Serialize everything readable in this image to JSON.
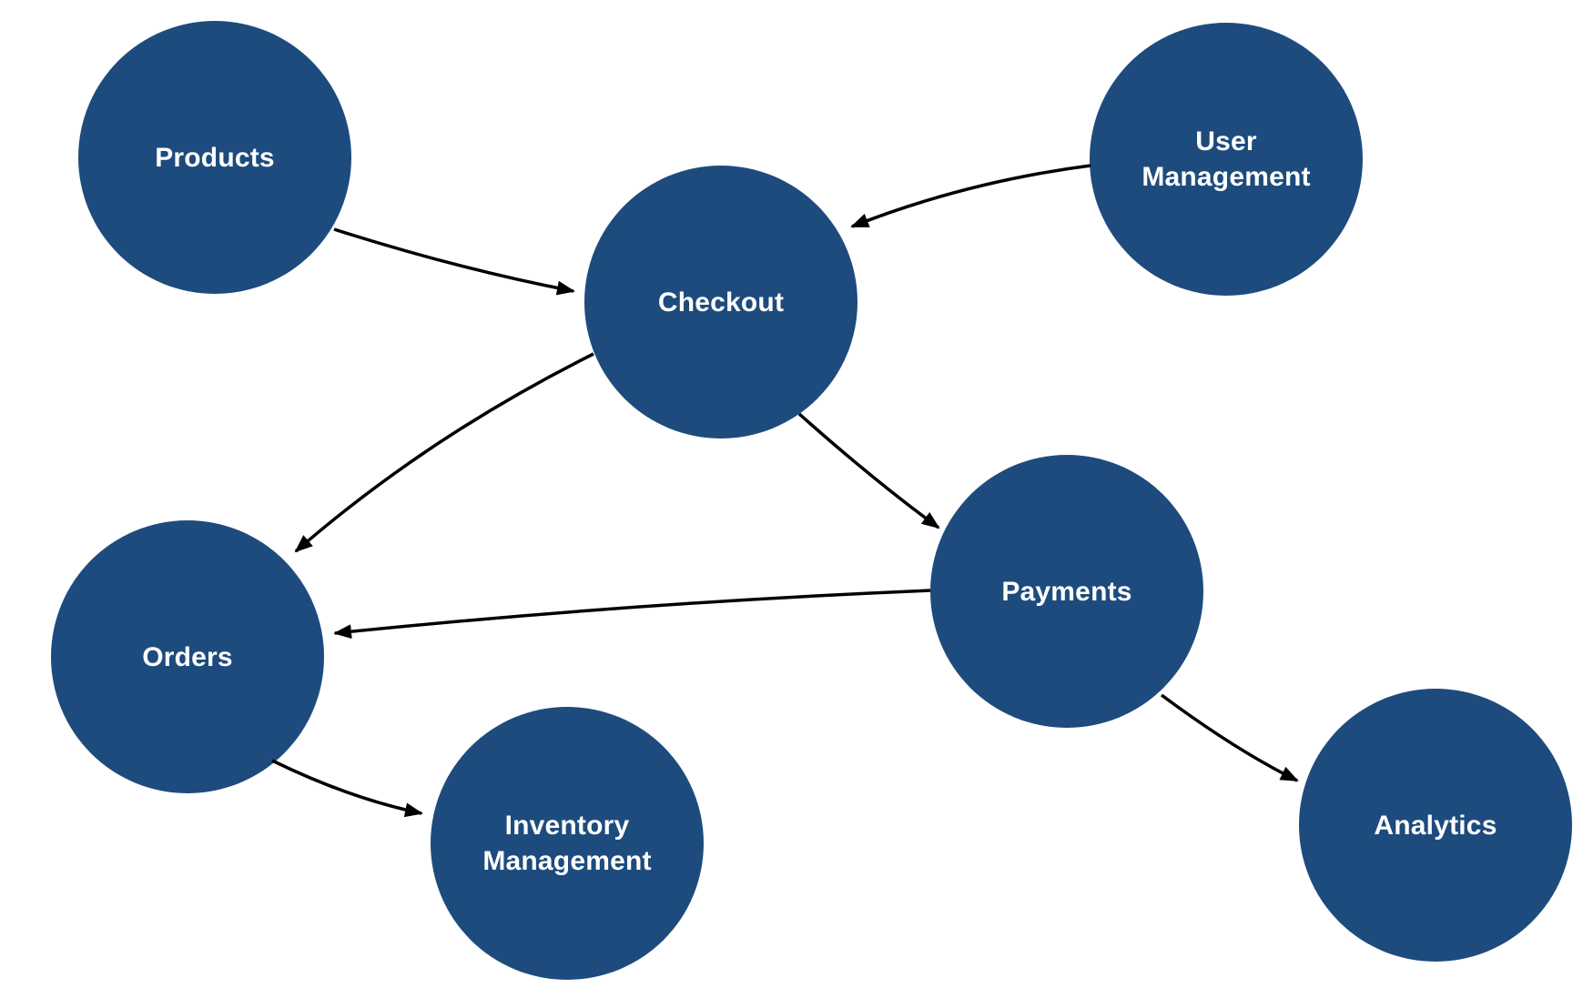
{
  "diagram": {
    "background_color": "#ffffff",
    "node_fill_color": "#1e4b7d",
    "node_text_color": "#ffffff",
    "arrow_color": "#000000",
    "nodes": [
      {
        "id": "products",
        "label": "Products"
      },
      {
        "id": "user-management",
        "label": "User Management"
      },
      {
        "id": "checkout",
        "label": "Checkout"
      },
      {
        "id": "orders",
        "label": "Orders"
      },
      {
        "id": "payments",
        "label": "Payments"
      },
      {
        "id": "inventory-management",
        "label": "Inventory Management"
      },
      {
        "id": "analytics",
        "label": "Analytics"
      }
    ],
    "edges": [
      {
        "from": "Products",
        "to": "Checkout"
      },
      {
        "from": "User Management",
        "to": "Checkout"
      },
      {
        "from": "Checkout",
        "to": "Orders"
      },
      {
        "from": "Checkout",
        "to": "Payments"
      },
      {
        "from": "Payments",
        "to": "Orders"
      },
      {
        "from": "Orders",
        "to": "Inventory Management"
      },
      {
        "from": "Payments",
        "to": "Analytics"
      }
    ]
  }
}
